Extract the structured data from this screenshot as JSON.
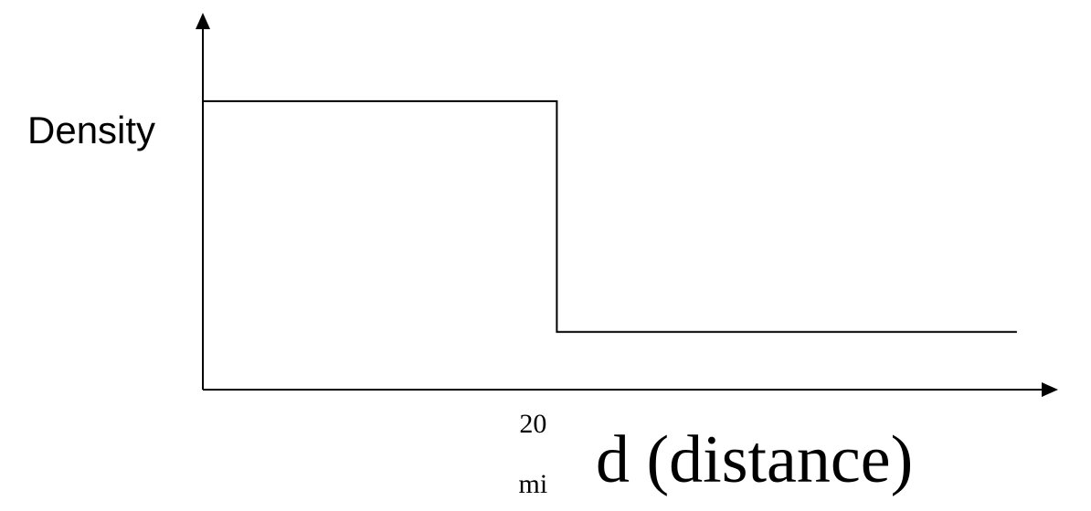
{
  "chart_data": {
    "type": "line",
    "title": "",
    "ylabel": "Density",
    "xlabel": "d (distance)",
    "x_tick_labels": [
      {
        "top": "20",
        "bottom": "mi"
      }
    ],
    "x": [
      0,
      20,
      20,
      46
    ],
    "y": [
      1,
      1,
      0,
      0
    ],
    "xlim": [
      0,
      47.5
    ],
    "ylim": [
      -0.25,
      1.32
    ],
    "grid": false,
    "axes_arrows": true,
    "colors": {
      "line": "#000000",
      "axis": "#000000",
      "text": "#000000"
    }
  }
}
